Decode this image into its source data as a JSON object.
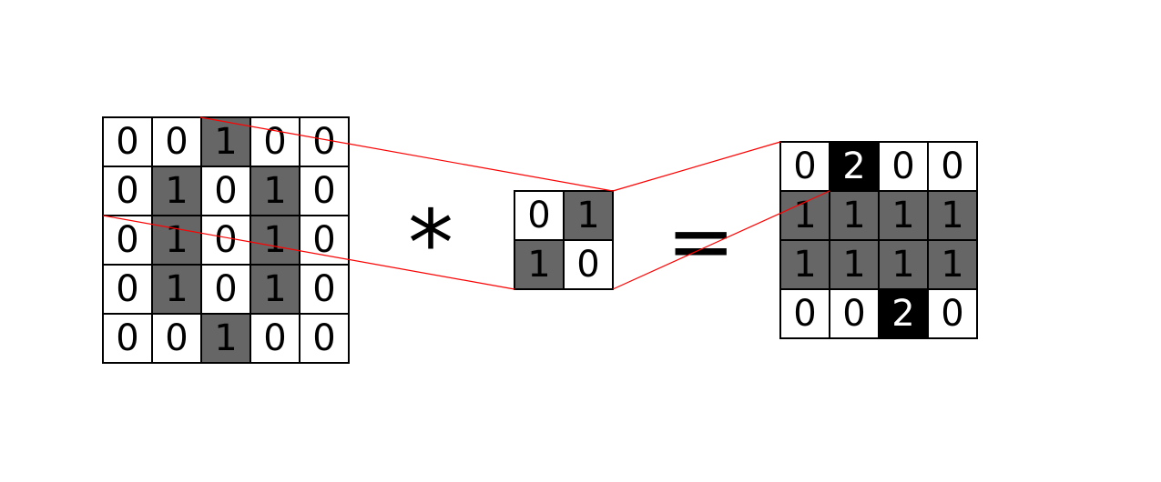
{
  "input_matrix": [
    [
      "0",
      "0",
      "1",
      "0",
      "0"
    ],
    [
      "0",
      "1",
      "0",
      "1",
      "0"
    ],
    [
      "0",
      "1",
      "0",
      "1",
      "0"
    ],
    [
      "0",
      "1",
      "0",
      "1",
      "0"
    ],
    [
      "0",
      "0",
      "1",
      "0",
      "0"
    ]
  ],
  "kernel_matrix": [
    [
      "0",
      "1"
    ],
    [
      "1",
      "0"
    ]
  ],
  "output_matrix": [
    [
      "0",
      "2",
      "0",
      "0"
    ],
    [
      "1",
      "1",
      "1",
      "1"
    ],
    [
      "1",
      "1",
      "1",
      "1"
    ],
    [
      "0",
      "0",
      "2",
      "0"
    ]
  ],
  "operators": {
    "convolution": "*",
    "equals": "="
  },
  "colors": {
    "value_0": "#ffffff",
    "value_1": "#666666",
    "value_2": "#000000",
    "connector": "#ff0000"
  }
}
